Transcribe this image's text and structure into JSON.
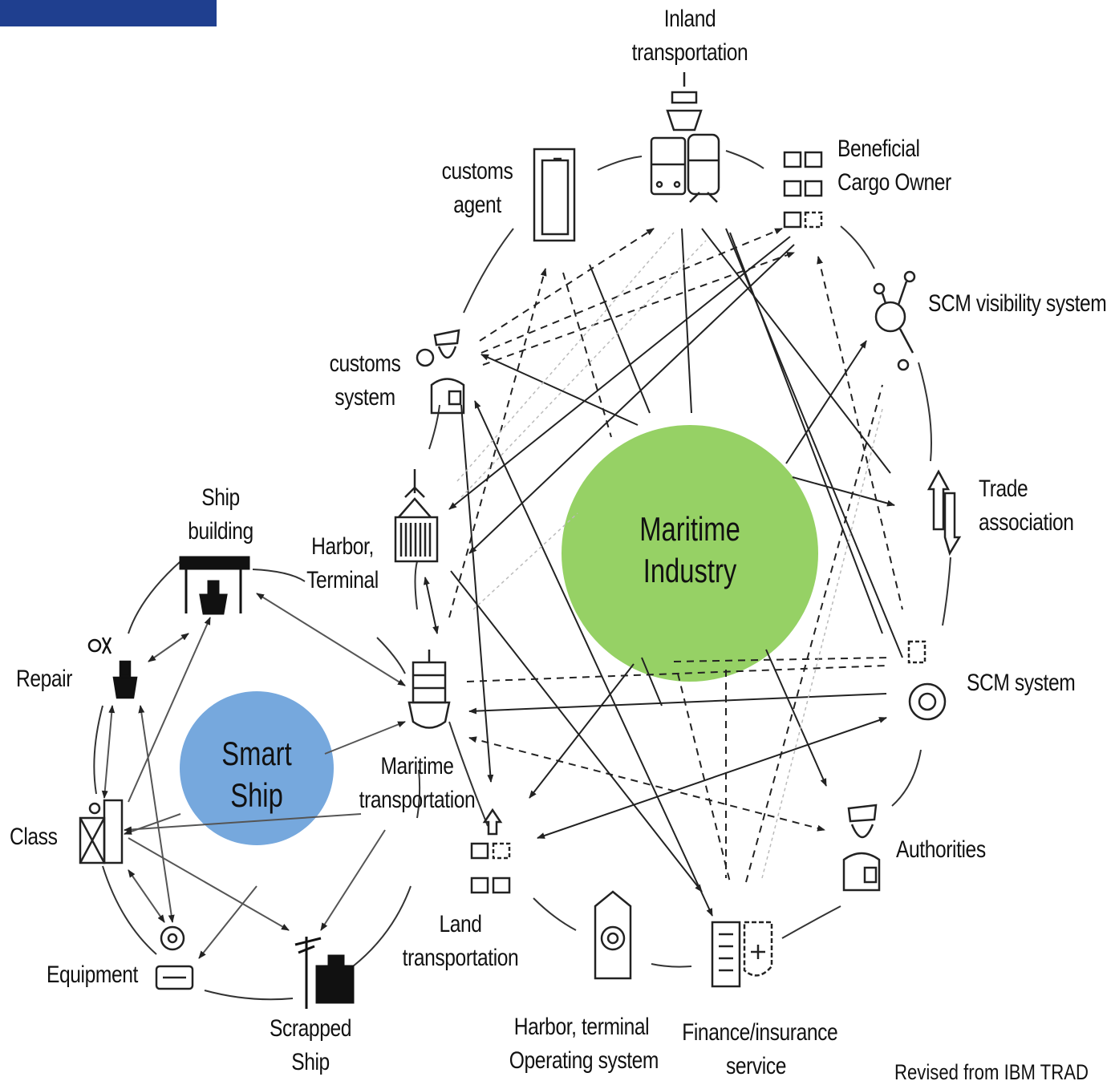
{
  "accent_green": "#96d165",
  "accent_blue": "#76a8dd",
  "banner_color": "#1f3f8f",
  "hubs": {
    "maritime": [
      "Maritime",
      "Industry"
    ],
    "smart_ship": [
      "Smart",
      "Ship"
    ]
  },
  "nodes": {
    "inland": [
      "Inland",
      "transportation"
    ],
    "customs_agent": [
      "customs",
      "agent"
    ],
    "beneficial": [
      "Beneficial",
      "Cargo Owner"
    ],
    "scm_visibility": "SCM visibility system",
    "customs_system": [
      "customs",
      "system"
    ],
    "trade": [
      "Trade",
      "association"
    ],
    "harbor": [
      "Harbor,",
      "Terminal"
    ],
    "scm_system": "SCM system",
    "maritime_transport": [
      "Maritime",
      "transportation"
    ],
    "authorities": "Authorities",
    "land": [
      "Land",
      "transportation"
    ],
    "harbor_os": [
      "Harbor, terminal",
      "Operating system"
    ],
    "finance": [
      "Finance/insurance",
      "service"
    ],
    "ship_building": [
      "Ship",
      "building"
    ],
    "repair": "Repair",
    "class": "Class",
    "equipment": "Equipment",
    "scrapped": [
      "Scrapped",
      "Ship"
    ]
  },
  "footnote": "Revised from IBM TRAD",
  "icons": [
    "ship-train-truck-icon",
    "document-icon",
    "boxes-icon",
    "network-search-icon",
    "officer-icon",
    "arrows-updown-icon",
    "crane-container-icon",
    "gear-doc-icon",
    "cargo-ship-icon",
    "officer-icon",
    "boxes-arrow-icon",
    "gear-house-icon",
    "finance-shield-icon",
    "shipyard-icon",
    "repair-ship-icon",
    "class-building-icon",
    "equipment-icon",
    "scrap-crane-icon"
  ]
}
